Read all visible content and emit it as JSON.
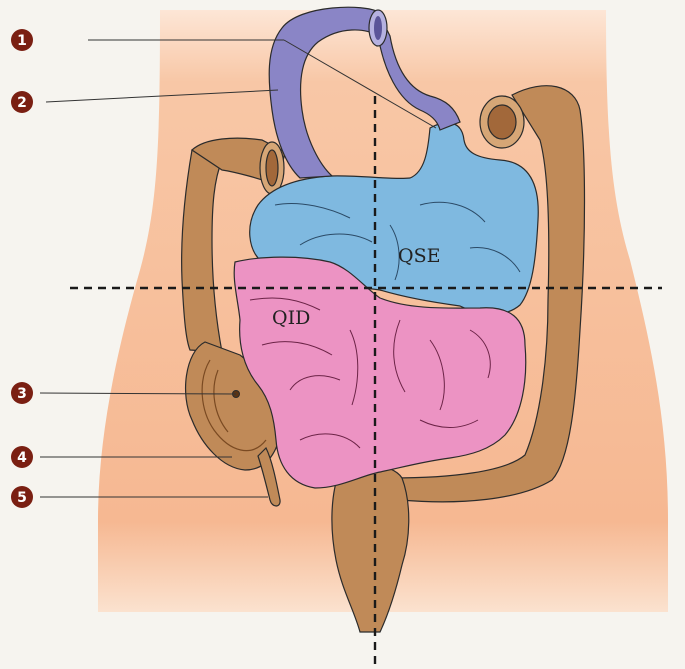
{
  "markers": [
    {
      "id": "marker-1",
      "number": "1",
      "target": "esophagus"
    },
    {
      "id": "marker-2",
      "number": "2",
      "target": "esophagus"
    },
    {
      "id": "marker-3",
      "number": "3",
      "target": "cecum"
    },
    {
      "id": "marker-4",
      "number": "4",
      "target": "cecum-wall"
    },
    {
      "id": "marker-5",
      "number": "5",
      "target": "appendix"
    }
  ],
  "quadrant_labels": {
    "upper_right": "QSE",
    "lower_left": "QID"
  },
  "colors": {
    "background": "#f6f4ef",
    "skin": "#f6b892",
    "colon": "#c08a58",
    "stomach": "#7fb9e0",
    "small_intestine": "#ec93c3",
    "esophagus": "#8a85c6",
    "marker": "#7a1f12"
  }
}
